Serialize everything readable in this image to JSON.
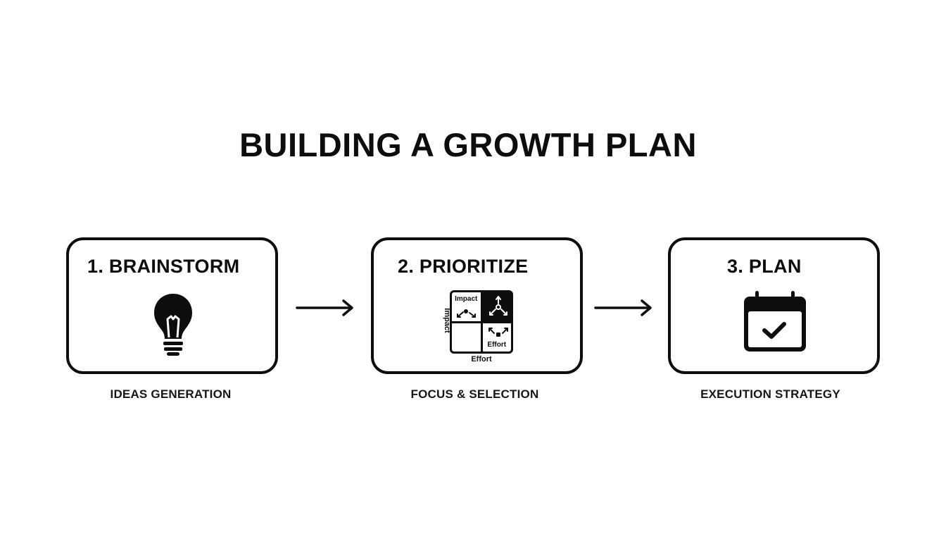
{
  "title": "BUILDING A GROWTH PLAN",
  "steps": [
    {
      "title": "1. BRAINSTORM",
      "icon": "lightbulb-icon",
      "caption": "IDEAS GENERATION"
    },
    {
      "title": "2. PRIORITIZE",
      "icon": "impact-effort-matrix-icon",
      "caption": "FOCUS & SELECTION",
      "matrix": {
        "top_left_label": "Impact",
        "bottom_right_label": "Effort",
        "x_axis_label": "Effort",
        "y_axis_label": "Impact"
      }
    },
    {
      "title": "3. PLAN",
      "icon": "calendar-check-icon",
      "caption": "EXECUTION STRATEGY"
    }
  ],
  "connectors": [
    "arrow-right-icon",
    "arrow-right-icon"
  ],
  "colors": {
    "background": "#ffffff",
    "ink": "#0d0d0d"
  }
}
